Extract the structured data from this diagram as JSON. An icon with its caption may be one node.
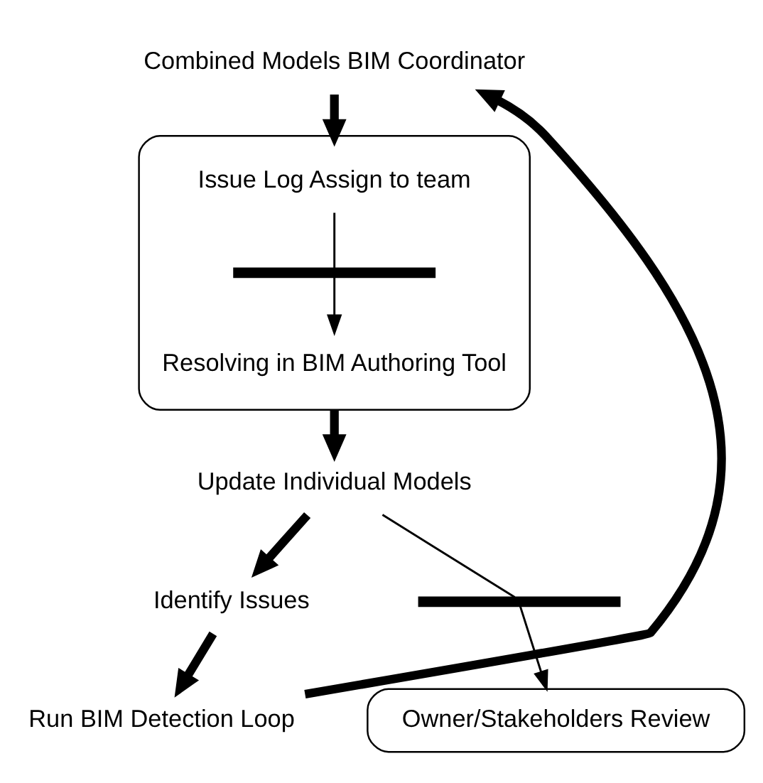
{
  "diagram": {
    "nodes": [
      {
        "text": [
          "Combined Models BIM Coordinator"
        ]
      },
      {
        "text": [],
        "shape": "box"
      },
      {
        "text": [
          "Issue Log Assign to team"
        ],
        "in": 1
      },
      {
        "text": [],
        "shape": "bar",
        "in": 1
      },
      {
        "text": [
          "Resolving in BIM Authoring Tool"
        ],
        "in": 1
      },
      {
        "text": [
          "Update Individual Models"
        ]
      },
      {
        "text": [
          "Identify Issues"
        ]
      },
      {
        "text": [
          "Run BIM Detection Loop"
        ]
      },
      {
        "text": [],
        "shape": "bar"
      },
      {
        "text": [
          "Owner/Stakeholders Review"
        ]
      }
    ],
    "edges": [
      {
        "from": 0,
        "to": 1,
        "arrow": "to"
      },
      {
        "from": 1,
        "to": 5,
        "arrow": "to"
      },
      {
        "from": 5,
        "to": 6,
        "arrow": "to"
      },
      {
        "from": 6,
        "to": 7,
        "arrow": "to"
      },
      {
        "from": 7,
        "to": 0,
        "arrow": "to"
      },
      {
        "from": 2,
        "to": 3,
        "arrow": "none"
      },
      {
        "from": 3,
        "to": 4,
        "arrow": "to"
      },
      {
        "from": 5,
        "to": 8,
        "arrow": "none"
      },
      {
        "from": 8,
        "to": 9,
        "arrow": "to"
      }
    ]
  }
}
